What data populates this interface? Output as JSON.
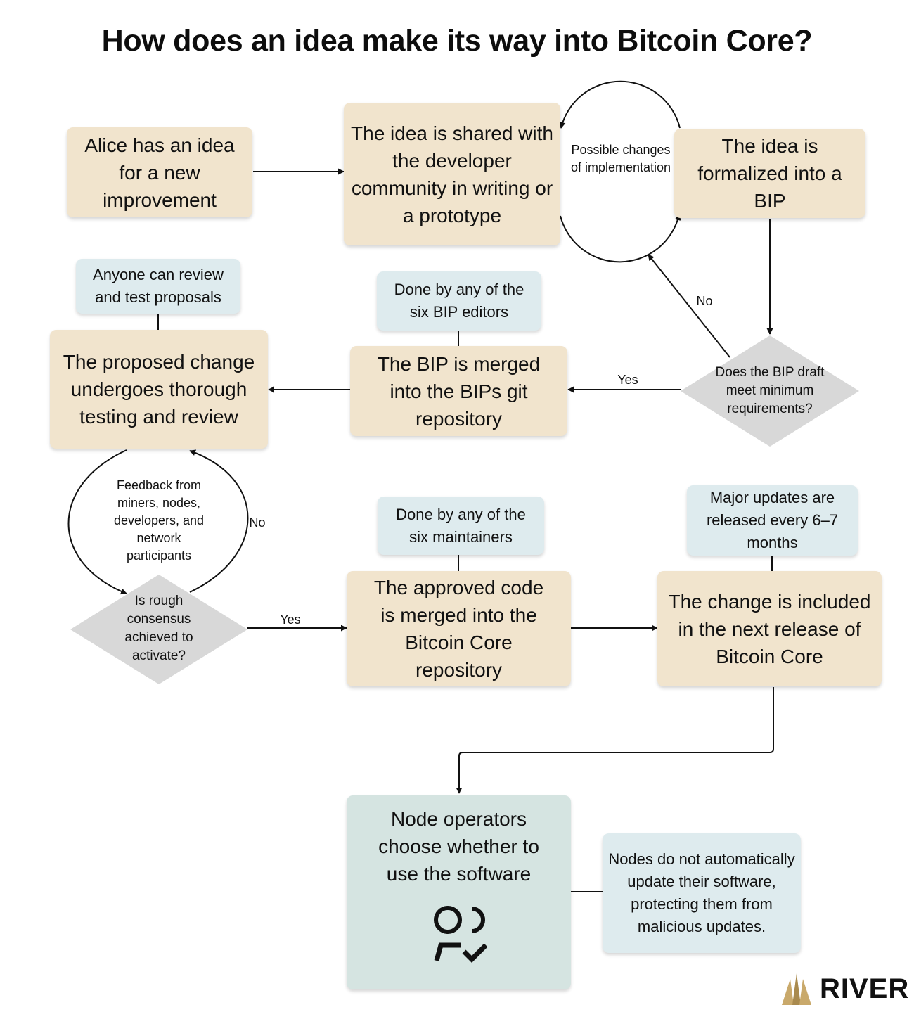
{
  "title": "How does an idea make its way into Bitcoin Core?",
  "colors": {
    "step_box": "#f1e4cd",
    "note_box": "#deebee",
    "final_box": "#d5e4e1",
    "decision": "#d8d8d8",
    "brand_gold": "#c9a96b"
  },
  "steps": {
    "alice_idea": "Alice has an idea for a new improvement",
    "shared": "The idea is shared with the developer community in writing or a prototype",
    "formalized": "The idea is formalized into a BIP",
    "bip_merged": "The BIP is merged into the BIPs git repository",
    "testing": "The proposed change undergoes thorough testing and review",
    "code_merged": "The approved code is merged into the Bitcoin Core repository",
    "release": "The change is included in the next release of Bitcoin Core",
    "node_operators": "Node operators choose whether to use the software"
  },
  "notes": {
    "anyone_review": "Anyone can review and test proposals",
    "bip_editors": "Done by any of the six BIP editors",
    "maintainers": "Done by any of the six maintainers",
    "major_updates": "Major updates are released every 6–7 months",
    "nodes_update": "Nodes do not automatically update their software, protecting them from malicious updates."
  },
  "decisions": {
    "bip_requirements": "Does the BIP draft meet minimum requirements?",
    "rough_consensus": "Is rough consensus achieved to activate?"
  },
  "labels": {
    "possible_changes": "Possible changes of implementation",
    "feedback": "Feedback from miners, nodes, developers, and network participants",
    "yes": "Yes",
    "no": "No"
  },
  "icons": {
    "node_operator": "user-check-icon",
    "brand": "river-logo-icon"
  },
  "brand": {
    "name": "RIVER"
  }
}
